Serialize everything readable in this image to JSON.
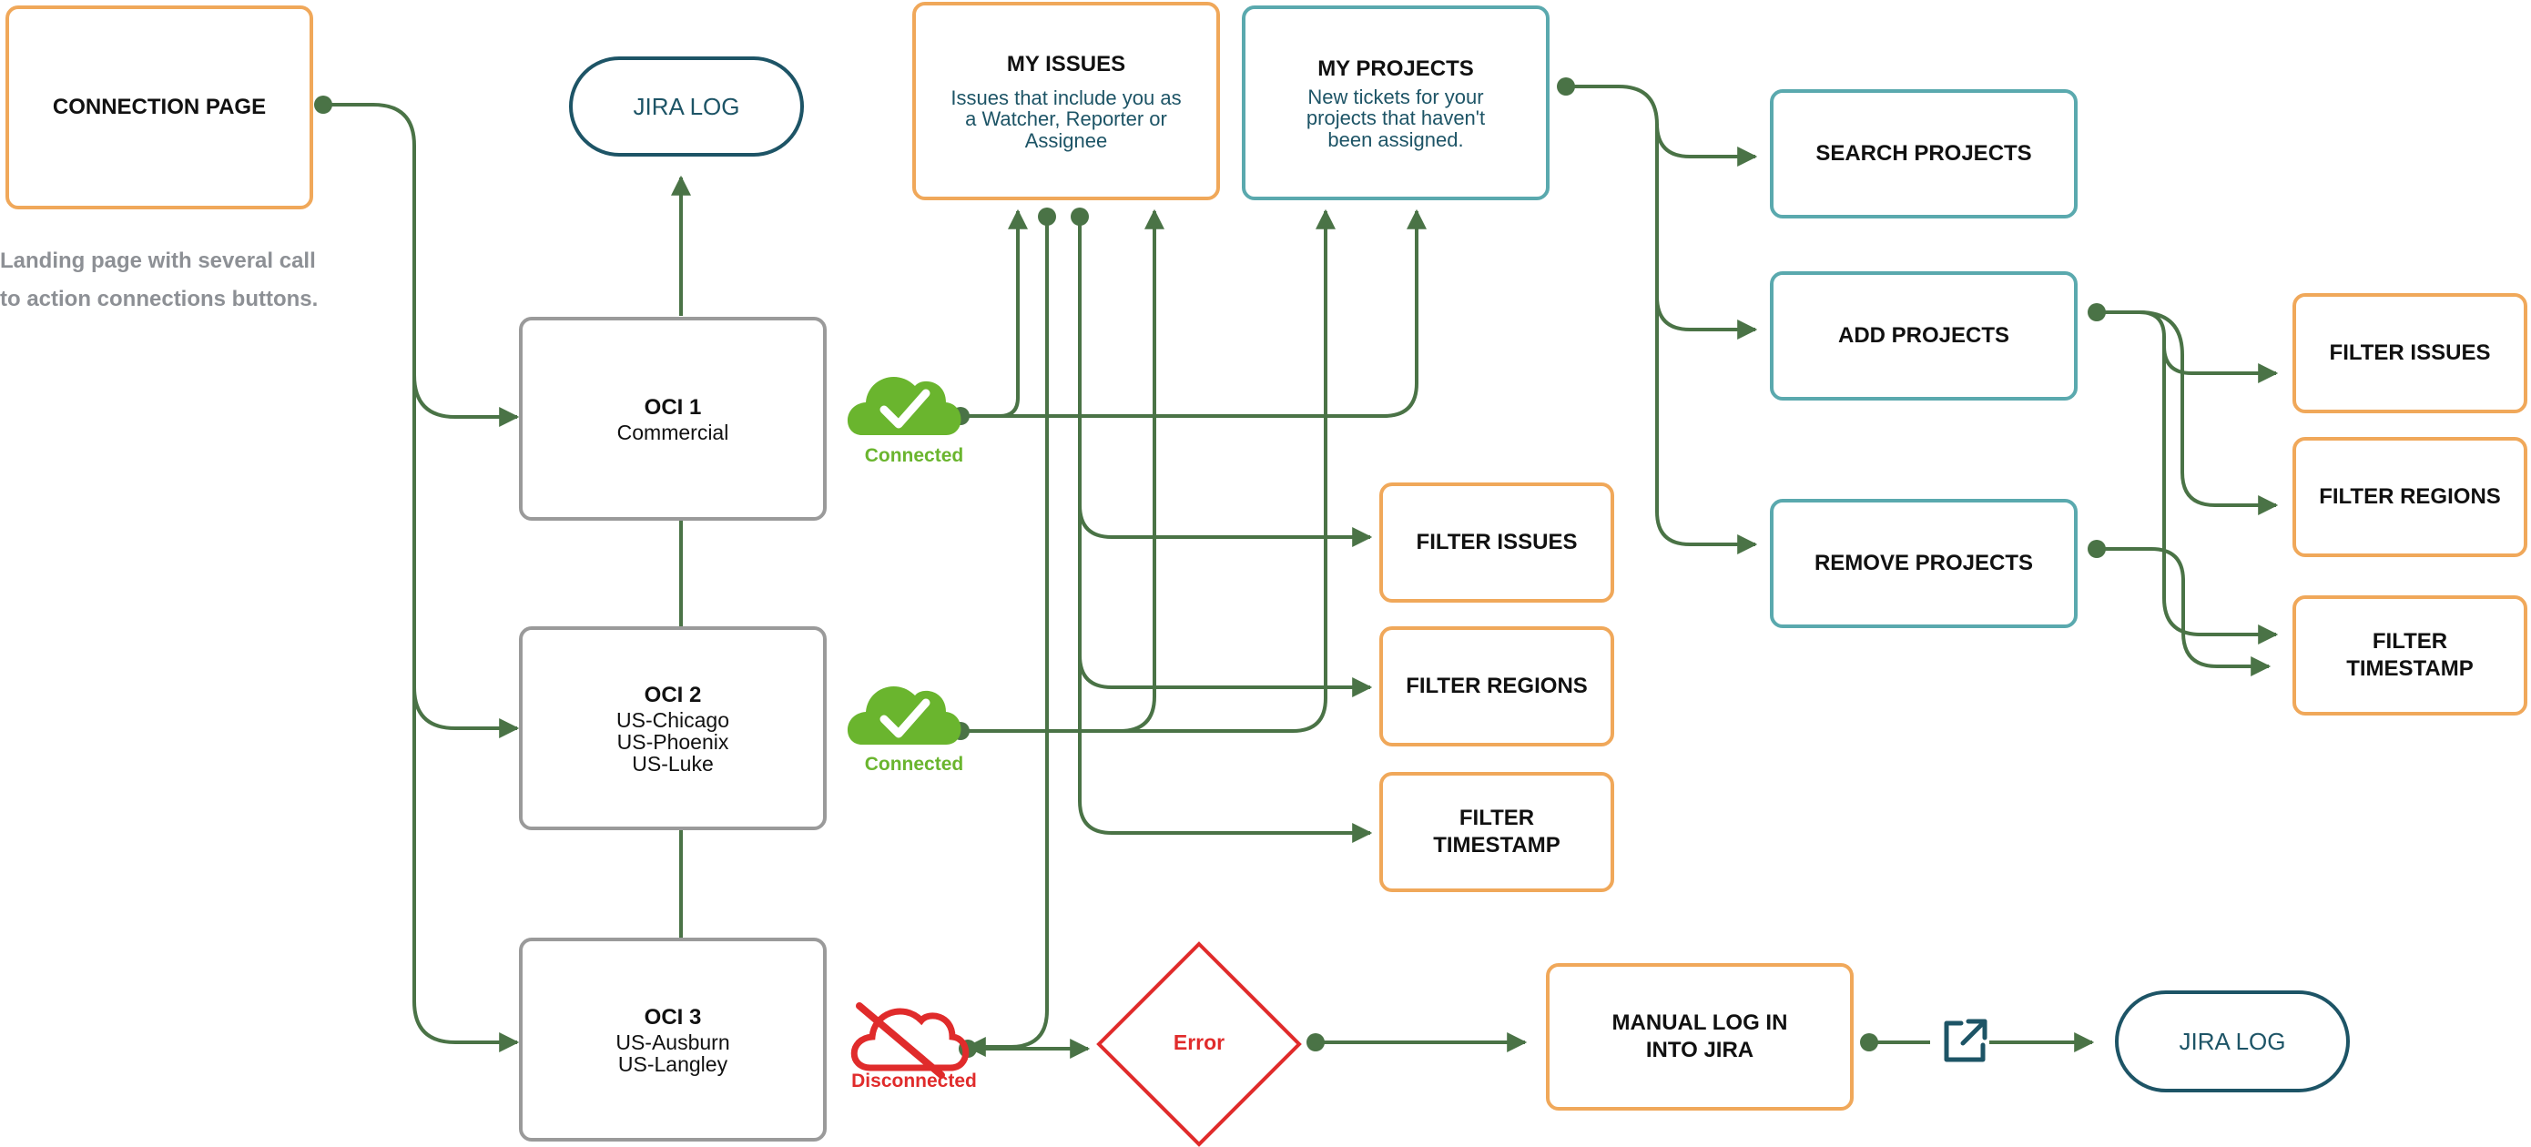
{
  "connection_page": {
    "title": "CONNECTION PAGE",
    "note_line1": "Landing page with several call",
    "note_line2": "to action connections buttons."
  },
  "jira_log_top": "JIRA LOG",
  "oci1": {
    "title": "OCI 1",
    "regions": [
      "Commercial"
    ],
    "status": "Connected"
  },
  "oci2": {
    "title": "OCI 2",
    "regions": [
      "US-Chicago",
      "US-Phoenix",
      "US-Luke"
    ],
    "status": "Connected"
  },
  "oci3": {
    "title": "OCI 3",
    "regions": [
      "US-Ausburn",
      "US-Langley"
    ],
    "status": "Disconnected"
  },
  "my_issues": {
    "title": "MY ISSUES",
    "desc": [
      "Issues that include you as",
      "a Watcher, Reporter or",
      "Assignee"
    ]
  },
  "my_projects": {
    "title": "MY PROJECTS",
    "desc": [
      "New tickets for your",
      "projects that haven't",
      "been assigned."
    ]
  },
  "middle_filters": {
    "issues": "FILTER ISSUES",
    "regions": "FILTER REGIONS",
    "timestamp": [
      "FILTER",
      "TIMESTAMP"
    ]
  },
  "projects": {
    "search": "SEARCH PROJECTS",
    "add": "ADD PROJECTS",
    "remove": "REMOVE PROJECTS"
  },
  "right_filters": {
    "issues": "FILTER ISSUES",
    "regions": "FILTER REGIONS",
    "timestamp": [
      "FILTER",
      "TIMESTAMP"
    ]
  },
  "error": "Error",
  "manual_log": [
    "MANUAL LOG IN",
    "INTO JIRA"
  ],
  "jira_log_bottom": "JIRA LOG",
  "colors": {
    "line": "#4a7346",
    "orange": "#f0a85a",
    "teal": "#5aa9ae",
    "grey": "#9a9a9a",
    "navy": "#1d5466",
    "green": "#6ab52e",
    "red": "#e02b2b"
  },
  "icons": {
    "connected": "cloud-check-icon",
    "disconnected": "cloud-off-icon",
    "external": "external-link-icon"
  }
}
